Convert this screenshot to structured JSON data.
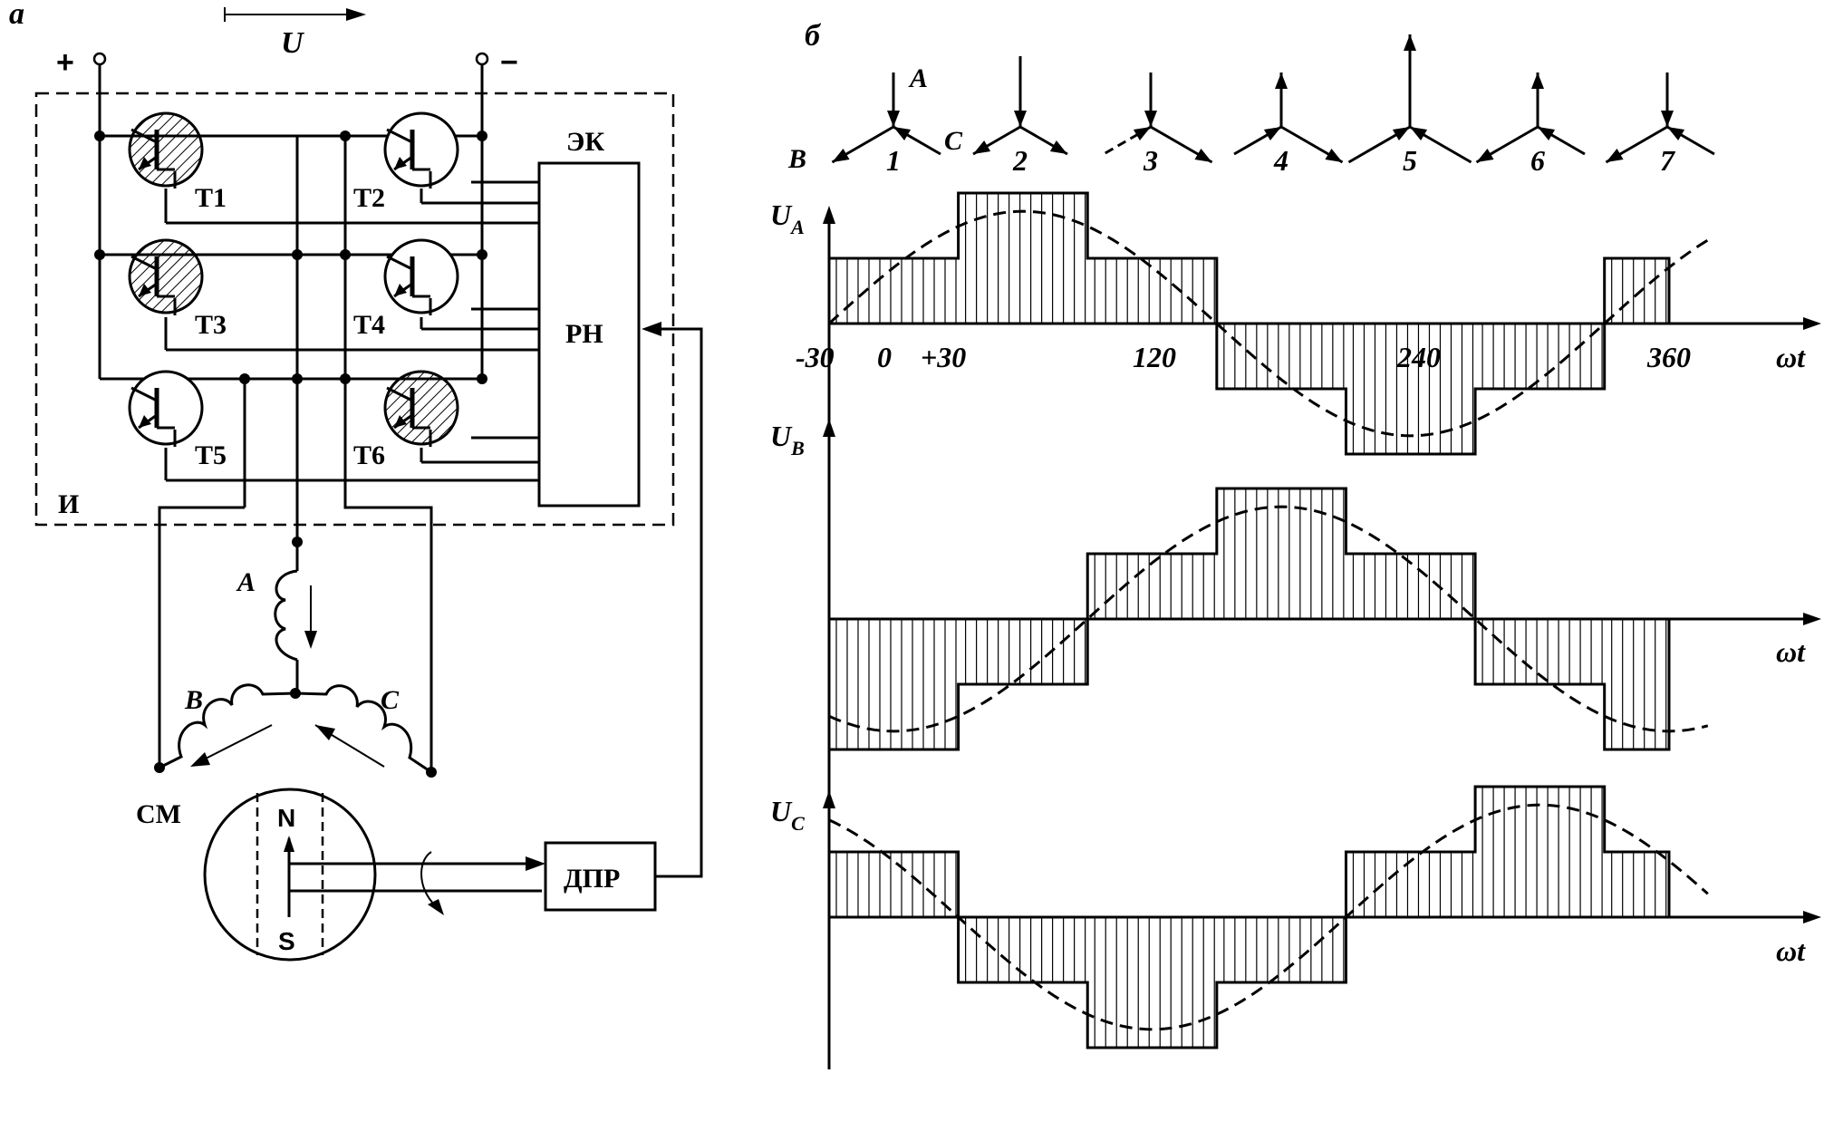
{
  "panel_a": {
    "label": "а",
    "voltage": "U",
    "plus": "+",
    "minus": "−",
    "inverter": "И",
    "commutator": "ЭК",
    "regulator": "РН",
    "sensor": "ДПР",
    "motor": "СМ",
    "pole_n": "N",
    "pole_s": "S",
    "phase_a": "A",
    "phase_b": "B",
    "phase_c": "C",
    "transistors": [
      "T1",
      "T2",
      "T3",
      "T4",
      "T5",
      "T6"
    ],
    "conducting": [
      "T1",
      "T3",
      "T6"
    ]
  },
  "panel_b": {
    "label": "б",
    "vector_labels": {
      "a": "A",
      "b": "B",
      "c": "C"
    },
    "states": [
      "1",
      "2",
      "3",
      "4",
      "5",
      "6",
      "7"
    ],
    "axis_x": "ωt",
    "ticks": [
      "-30",
      "0",
      "+30",
      "120",
      "240",
      "360"
    ],
    "plots": [
      {
        "label": "U",
        "sub": "A"
      },
      {
        "label": "U",
        "sub": "B"
      },
      {
        "label": "U",
        "sub": "C"
      }
    ]
  }
}
